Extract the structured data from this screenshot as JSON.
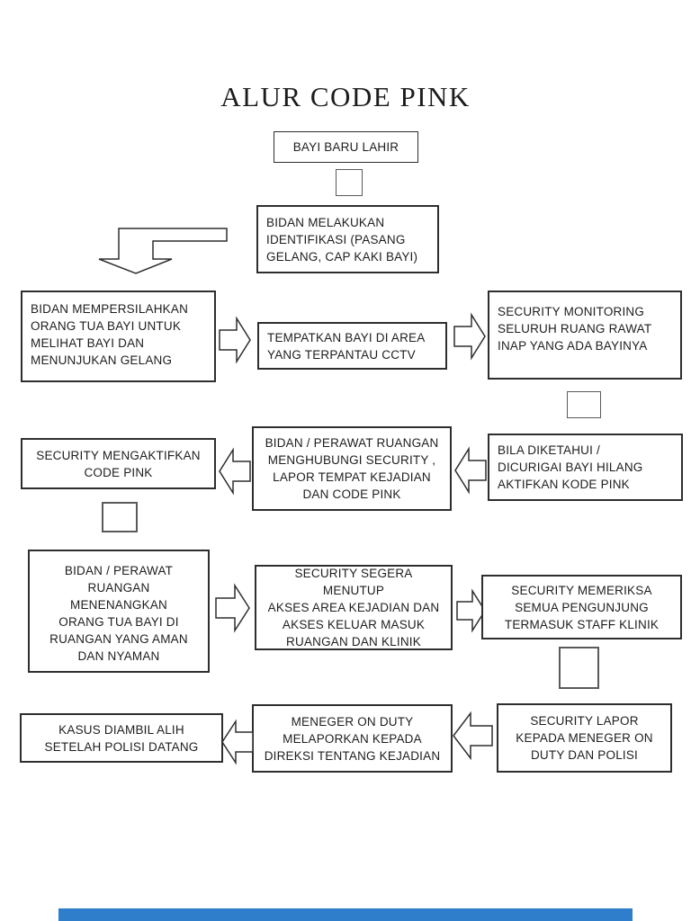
{
  "title": "ALUR CODE PINK",
  "colors": {
    "box_border": "#2e2e2e",
    "text": "#1e1e1e",
    "accent_bar": "#2e7ecb",
    "page_background": "#ffffff"
  },
  "icons": {
    "arrow_right": "block-arrow-right",
    "arrow_left": "block-arrow-left",
    "arrow_bent_down_left": "bent-block-arrow-down-left",
    "connector_square": "square-connector"
  },
  "nodes": {
    "start": "BAYI BARU LAHIR",
    "identifikasi": "BIDAN MELAKUKAN\nIDENTIFIKASI (PASANG\nGELANG, CAP KAKI BAYI)",
    "mempersilahkan": "BIDAN MEMPERSILAHKAN\nORANG TUA BAYI UNTUK\nMELIHAT BAYI DAN\nMENUNJUKAN GELANG",
    "tempatkan": "TEMPATKAN BAYI DI AREA\nYANG TERPANTAU CCTV",
    "monitoring": "SECURITY MONITORING\nSELURUH RUANG RAWAT\nINAP YANG ADA BAYINYA",
    "bila_diketahui": "BILA DIKETAHUI /\nDICURIGAI BAYI HILANG\nAKTIFKAN KODE PINK",
    "menghubungi": "BIDAN / PERAWAT RUANGAN\nMENGHUBUNGI SECURITY ,\nLAPOR TEMPAT KEJADIAN\nDAN CODE PINK",
    "mengaktifkan": "SECURITY MENGAKTIFKAN\nCODE PINK",
    "menenangkan": "BIDAN / PERAWAT\nRUANGAN MENENANGKAN\nORANG TUA BAYI DI\nRUANGAN YANG AMAN\nDAN NYAMAN",
    "menutup_akses": "SECURITY SEGERA MENUTUP\nAKSES AREA KEJADIAN DAN\nAKSES KELUAR MASUK\nRUANGAN DAN KLINIK",
    "memeriksa": "SECURITY MEMERIKSA\nSEMUA PENGUNJUNG\nTERMASUK STAFF KLINIK",
    "lapor_meneger": "SECURITY LAPOR\nKEPADA MENEGER ON\nDUTY DAN POLISI",
    "melaporkan_direksi": "MENEGER ON DUTY\nMELAPORKAN KEPADA\nDIREKSI TENTANG KEJADIAN",
    "kasus_diambil": "KASUS DIAMBIL ALIH\nSETELAH POLISI DATANG"
  }
}
